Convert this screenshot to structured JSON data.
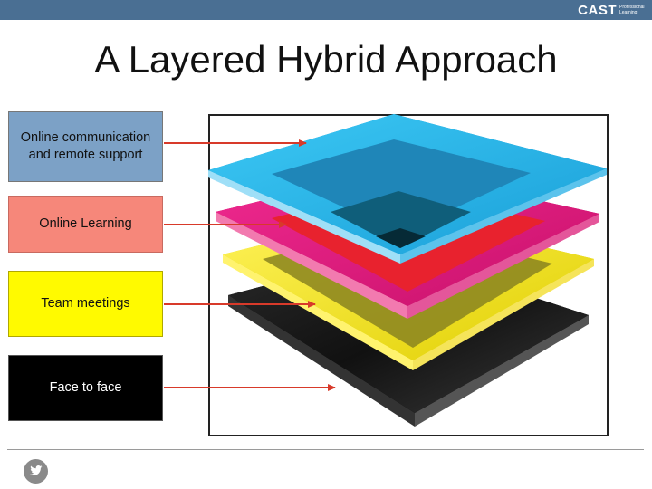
{
  "header": {
    "brand_main": "CAST",
    "brand_sub": "Professional Learning",
    "bar_color": "#4a6f93"
  },
  "title": "A Layered Hybrid Approach",
  "layers": [
    {
      "label": "Online communication and remote support",
      "color": "#29b6e8"
    },
    {
      "label": "Online Learning",
      "color": "#e8147e"
    },
    {
      "label": "Team meetings",
      "color": "#ffee00"
    },
    {
      "label": "Face to face",
      "color": "#111111"
    }
  ],
  "arrow_color": "#d83a2a",
  "footer": {
    "icon": "twitter-icon"
  }
}
